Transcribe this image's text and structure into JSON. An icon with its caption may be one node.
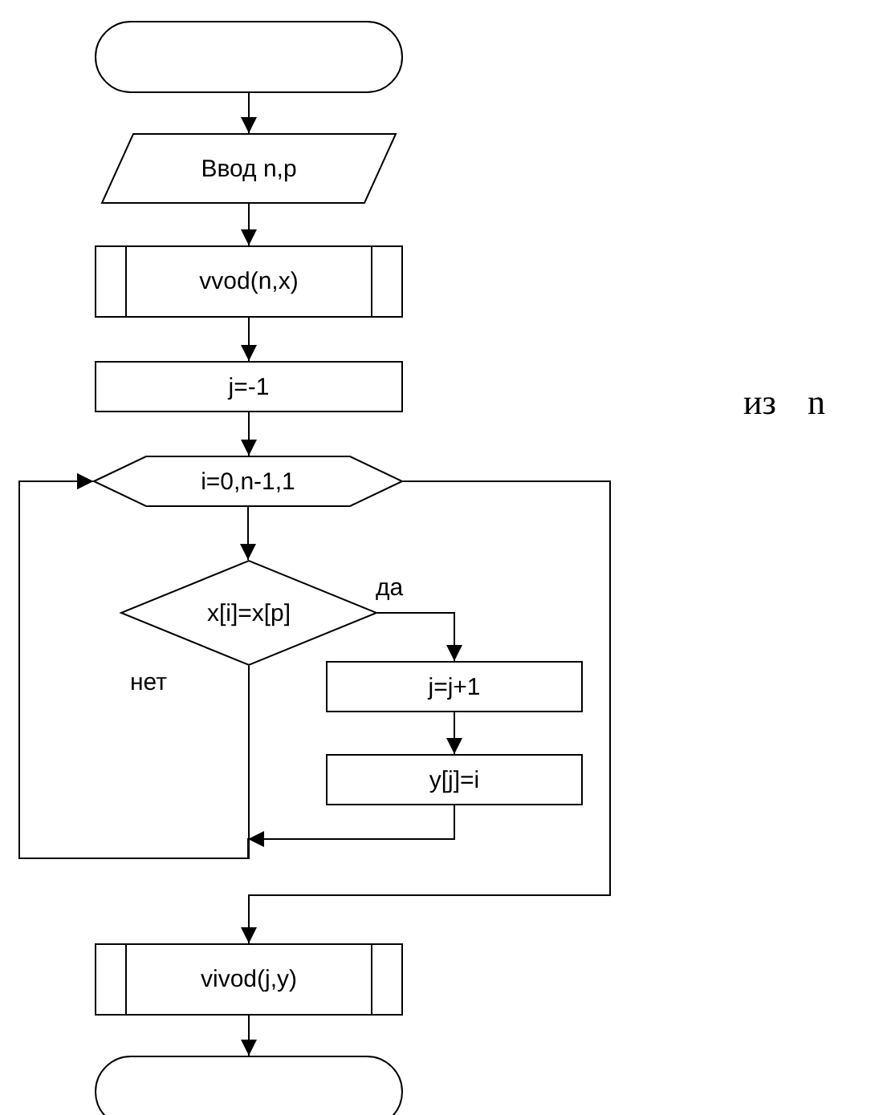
{
  "diagram": {
    "nodes": [
      {
        "text": [],
        "shape": "oval"
      },
      {
        "text": [
          "Ввод n,p"
        ]
      },
      {
        "text": [
          "vvod(n,x)"
        ]
      },
      {
        "text": [
          "j=-1"
        ]
      },
      {
        "text": [
          "i=0,n-1,1"
        ]
      },
      {
        "text": [
          "x[i]=x[p]"
        ]
      },
      {
        "text": [
          "j=j+1"
        ]
      },
      {
        "text": [
          "y[j]=i"
        ]
      },
      {
        "text": [
          "vivod(j,y)"
        ]
      },
      {
        "text": [],
        "shape": "oval"
      }
    ],
    "edges": [
      {
        "from": 0,
        "to": 1,
        "arrow": "to"
      },
      {
        "from": 1,
        "to": 2,
        "arrow": "to"
      },
      {
        "from": 2,
        "to": 3,
        "arrow": "to"
      },
      {
        "from": 3,
        "to": 4,
        "arrow": "to"
      },
      {
        "from": 4,
        "to": 5,
        "arrow": "to"
      },
      {
        "from": 5,
        "to": 6,
        "label": "да",
        "arrow": "to"
      },
      {
        "from": 6,
        "to": 7,
        "arrow": "to"
      },
      {
        "from": 5,
        "to": 4,
        "label": "нет",
        "arrow": "to"
      },
      {
        "from": 7,
        "to": 4,
        "arrow": "to"
      },
      {
        "from": 4,
        "to": 8,
        "arrow": "to"
      },
      {
        "from": 8,
        "to": 9,
        "arrow": "to"
      }
    ],
    "labels": [
      "из n"
    ]
  }
}
